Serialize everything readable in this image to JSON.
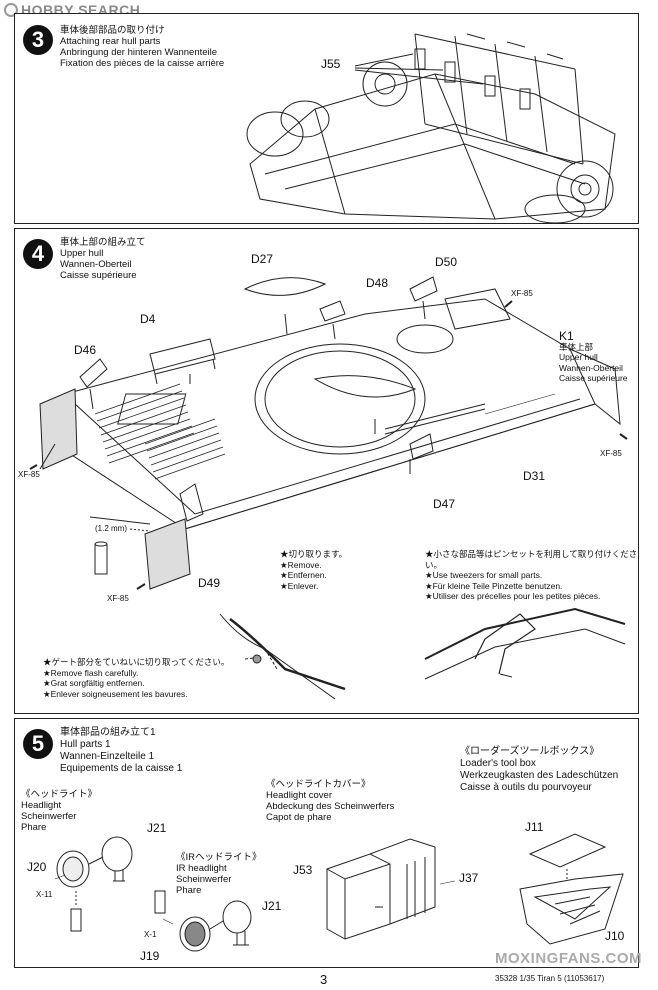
{
  "watermark_top": {
    "text": "HOBBY SEARCH"
  },
  "step3": {
    "number": "3",
    "lines": [
      "車体後部部品の取り付け",
      "Attaching rear hull parts",
      "Anbringung der hinteren Wannenteile",
      "Fixation des pièces de la caisse arrière"
    ],
    "parts": [
      "J55"
    ]
  },
  "step4": {
    "number": "4",
    "lines": [
      "車体上部の組み立て",
      "Upper hull",
      "Wannen-Oberteil",
      "Caisse supérieure"
    ],
    "parts": {
      "d27": "D27",
      "d50": "D50",
      "d48": "D48",
      "d4": "D4",
      "d46": "D46",
      "d31": "D31",
      "d47": "D47",
      "d49": "D49"
    },
    "k1": {
      "code": "K1",
      "lines": [
        "車体上部",
        "Upper hull",
        "Wannen-Oberteil",
        "Caisse supérieure"
      ]
    },
    "paint": "XF-85",
    "measure": "1.2 mm",
    "note_remove": [
      "★切り取ります。",
      "★Remove.",
      "★Entfernen.",
      "★Enlever."
    ],
    "note_tweezers": [
      "★小さな部品等はピンセットを利用して取り付けください。",
      "★Use tweezers for small parts.",
      "★Für kleine Teile Pinzette benutzen.",
      "★Utiliser des précelles pour les petites pièces."
    ],
    "note_flash": [
      "★ゲート部分をていねいに切り取ってください。",
      "★Remove flash carefully.",
      "★Grat sorgfältig entfernen.",
      "★Enlever soigneusement les bavures."
    ]
  },
  "step5": {
    "number": "5",
    "lines": [
      "車体部品の組み立て1",
      "Hull parts 1",
      "Wannen-Einzelteile 1",
      "Equipements de la caisse 1"
    ],
    "headlight": [
      "《ヘッドライト》",
      "Headlight",
      "Scheinwerfer",
      "Phare"
    ],
    "ir_headlight": [
      "《IRヘッドライト》",
      "IR headlight",
      "Scheinwerfer",
      "Phare"
    ],
    "headlight_cover": [
      "《ヘッドライトカバー》",
      "Headlight cover",
      "Abdeckung des Scheinwerfers",
      "Capot de phare"
    ],
    "loader_box": [
      "《ローダーズツールボックス》",
      "Loader's tool box",
      "Werkzeugkasten des Ladeschützen",
      "Caisse à outils du pourvoyeur"
    ],
    "parts": {
      "j21a": "J21",
      "j20": "J20",
      "x11": "X-11",
      "j21b": "J21",
      "x1": "X-1",
      "j19": "J19",
      "j53": "J53",
      "j37": "J37",
      "j11": "J11",
      "j10": "J10"
    }
  },
  "footer": {
    "page": "3",
    "code": "35328  1/35 Tiran 5 (11053617)",
    "watermark": "MOXINGFANS.COM"
  }
}
